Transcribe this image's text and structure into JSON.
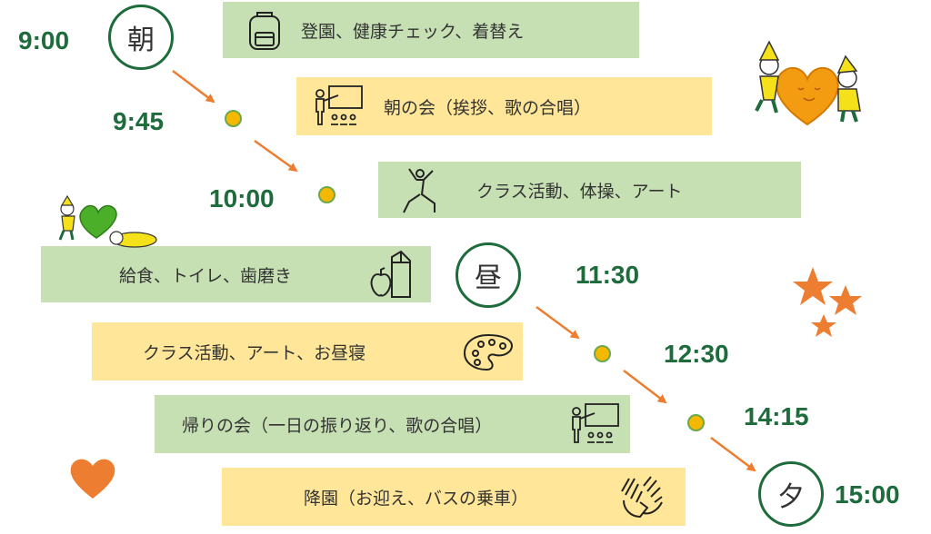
{
  "periods": {
    "morning": "朝",
    "noon": "昼",
    "evening": "夕"
  },
  "times": [
    "9:00",
    "9:45",
    "10:00",
    "11:30",
    "12:30",
    "14:15",
    "15:00"
  ],
  "activities": [
    {
      "text": "登園、健康チェック、着替え",
      "icon": "backpack-icon",
      "color": "green"
    },
    {
      "text": "朝の会（挨拶、歌の合唱）",
      "icon": "teacher-board-icon",
      "color": "yellow"
    },
    {
      "text": "クラス活動、体操、アート",
      "icon": "exercise-person-icon",
      "color": "green"
    },
    {
      "text": "給食、トイレ、歯磨き",
      "icon": "lunch-bag-apple-icon",
      "color": "green"
    },
    {
      "text": "クラス活動、アート、お昼寝",
      "icon": "paint-palette-icon",
      "color": "yellow"
    },
    {
      "text": "帰りの会（一日の振り返り、歌の合唱）",
      "icon": "teacher-board-icon",
      "color": "green"
    },
    {
      "text": "降園（お迎え、バスの乗車）",
      "icon": "waving-hands-icon",
      "color": "yellow"
    }
  ],
  "colors": {
    "green_box": "#c6e0b4",
    "yellow_box": "#ffe699",
    "time_text": "#1e6b3c",
    "arrow": "#ed7d31",
    "dot": "#f5b800",
    "heart_orange": "#ed7d31",
    "heart_green": "#4caf2a"
  }
}
